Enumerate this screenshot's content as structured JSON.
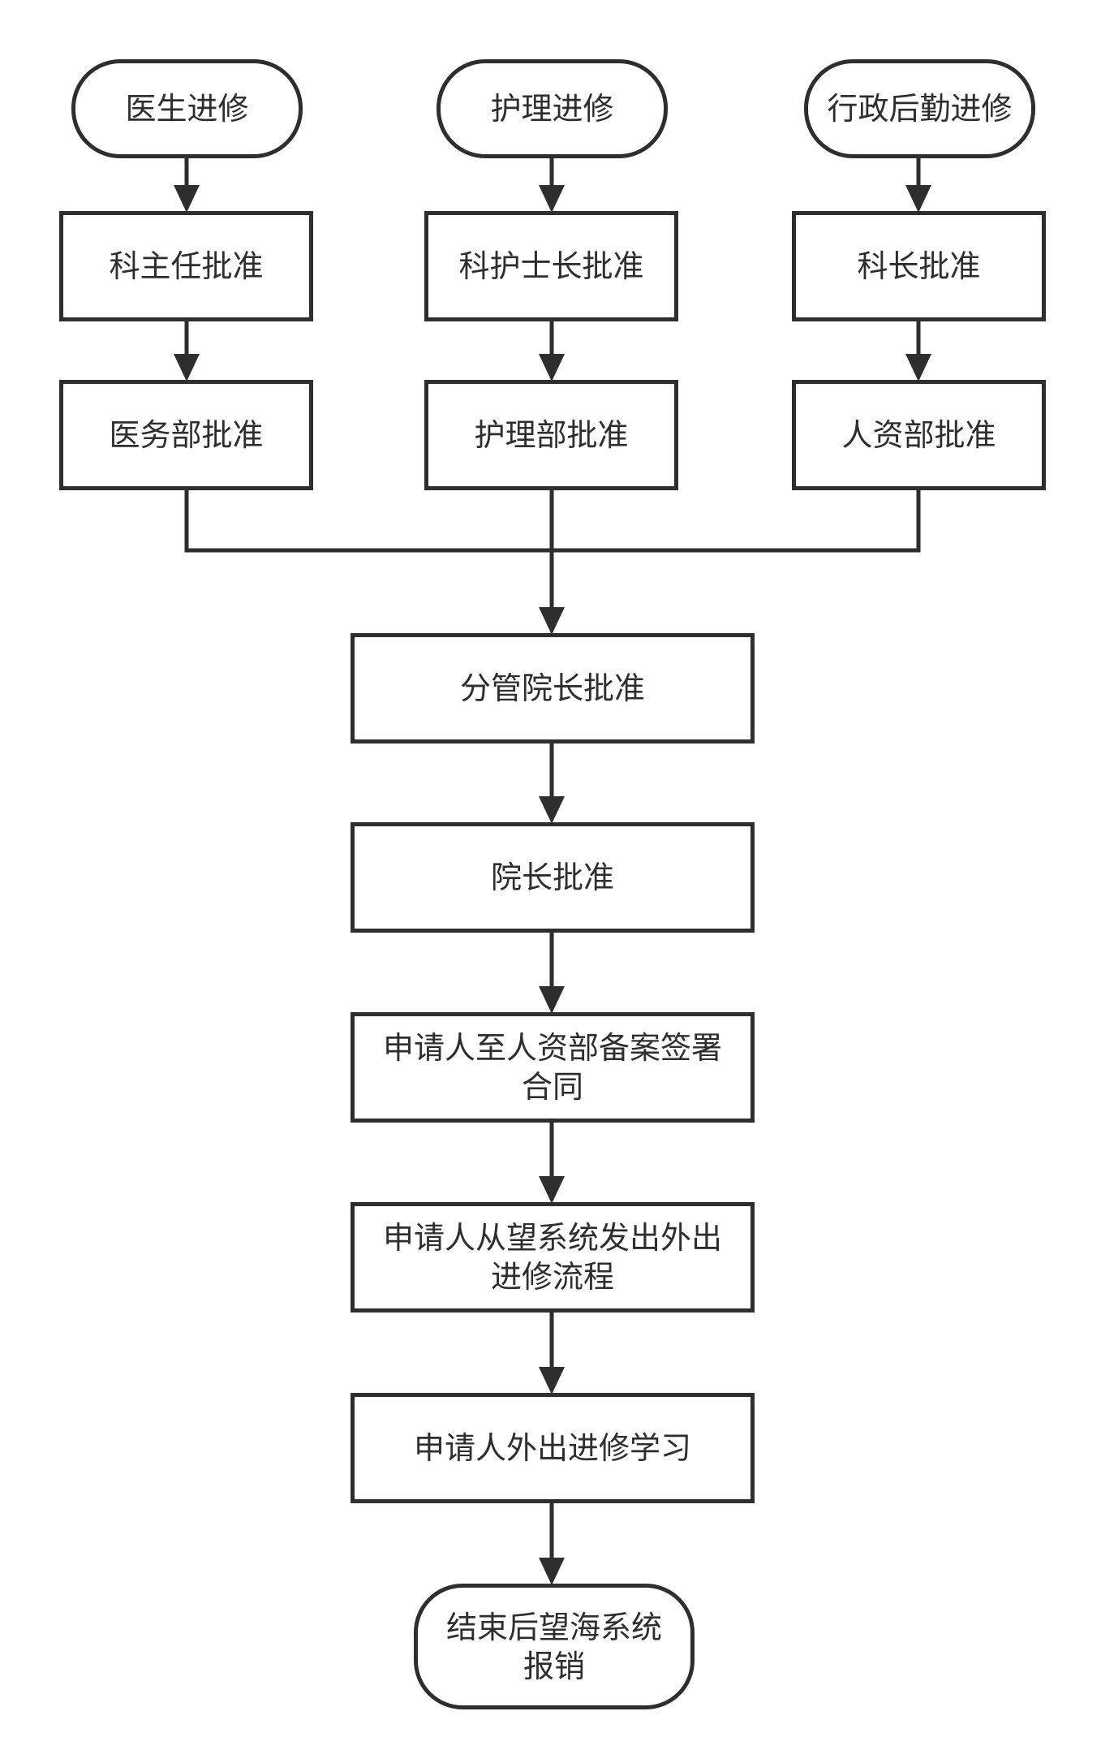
{
  "diagram": {
    "start_nodes": [
      {
        "id": "doctor",
        "label": "医生进修"
      },
      {
        "id": "nursing",
        "label": "护理进修"
      },
      {
        "id": "admin",
        "label": "行政后勤进修"
      }
    ],
    "first_approval": [
      {
        "id": "dept-director",
        "label": "科主任批准"
      },
      {
        "id": "head-nurse",
        "label": "科护士长批准"
      },
      {
        "id": "section-chief",
        "label": "科长批准"
      }
    ],
    "second_approval": [
      {
        "id": "medical-affairs",
        "label": "医务部批准"
      },
      {
        "id": "nursing-dept",
        "label": "护理部批准"
      },
      {
        "id": "hr-dept",
        "label": "人资部批准"
      }
    ],
    "main_flow": [
      {
        "id": "vice-president",
        "label": "分管院长批准"
      },
      {
        "id": "president",
        "label": "院长批准"
      },
      {
        "id": "hr-record",
        "label": "申请人至人资部备案签署合同"
      },
      {
        "id": "system-process",
        "label": "申请人从望系统发出外出进修流程"
      },
      {
        "id": "study",
        "label": "申请人外出进修学习"
      }
    ],
    "end_node": {
      "id": "reimburse",
      "label": "结束后望海系统报销"
    },
    "colors": {
      "stroke": "#2e2e2e",
      "fill": "#ffffff",
      "text": "#2e2e2e"
    }
  }
}
